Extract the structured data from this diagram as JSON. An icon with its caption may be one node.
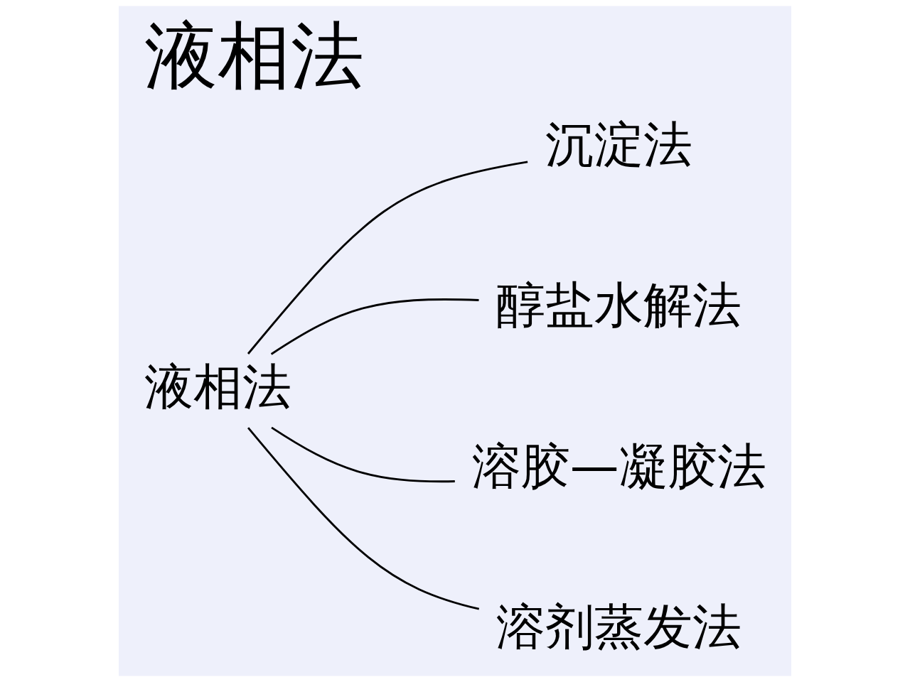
{
  "diagram": {
    "title": "液相法",
    "nodes": [
      {
        "text": [
          "液相法"
        ]
      },
      {
        "text": [
          "沉淀法"
        ]
      },
      {
        "text": [
          "醇盐水解法"
        ]
      },
      {
        "text": [
          "溶胶—凝胶法"
        ]
      },
      {
        "text": [
          "溶剂蒸发法"
        ]
      }
    ],
    "edges": [
      {
        "from": 0,
        "to": 1,
        "arrow": "none"
      },
      {
        "from": 0,
        "to": 2,
        "arrow": "none"
      },
      {
        "from": 0,
        "to": 3,
        "arrow": "none"
      },
      {
        "from": 0,
        "to": 4,
        "arrow": "none"
      }
    ]
  }
}
